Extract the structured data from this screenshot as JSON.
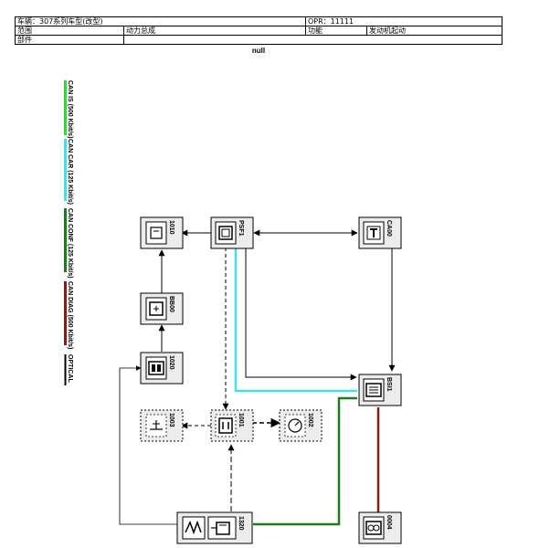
{
  "header": {
    "vehicle": "车辆：307系列车型(改型)",
    "opr": "OPR：11111",
    "scope_label": "范围",
    "scope_value": "动力总成",
    "function_label": "功能",
    "function_value": "发动机起动",
    "parts_label": "部件"
  },
  "subtitle": "null",
  "legend": [
    {
      "label": "CAN IS (500 Kbit/s)",
      "color": "#2edc2e"
    },
    {
      "label": "CAN CAR (125 Kbit/s)",
      "color": "#40e0f0"
    },
    {
      "label": "CAN CONF (125 Kbit/s)",
      "color": "#1a7f1a"
    },
    {
      "label": "CAN DIAG (500 Kbit/s)",
      "color": "#8b1a1a"
    },
    {
      "label": "OPTICAL",
      "color": "#000000"
    }
  ],
  "components": {
    "c1010": "1010",
    "psf1": "PSF1",
    "ca00": "CA00",
    "bb00": "BB00",
    "c1020": "1020",
    "bsi1": "BSI1",
    "c1003": "1003",
    "c1001": "1001",
    "c1002": "1002",
    "c1320": "1320",
    "c0004": "0004"
  },
  "colors": {
    "can_is": "#2edc2e",
    "can_car": "#40e0f0",
    "can_conf": "#1a7f1a",
    "can_diag": "#8b1a1a",
    "wire": "#000000"
  }
}
